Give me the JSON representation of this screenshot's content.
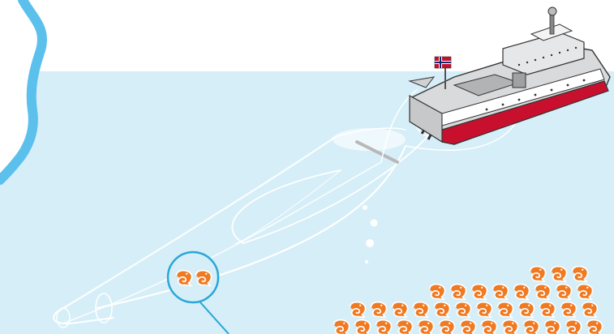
{
  "scene": {
    "colors": {
      "sky": "#ffffff",
      "sea": "#d6eef8",
      "coastline": "#5cc0ec",
      "hull_red": "#c8102e",
      "hull_grey": "#d9dadb",
      "net_line": "#ffffff",
      "shrimp": "#f07a22",
      "callout_line": "#2aa6d8"
    },
    "icons": {
      "vessel": "trawler-ship-icon",
      "flag": "norwegian-flag-icon",
      "shrimp": "shrimp-icon"
    },
    "catch_rows": [
      3,
      8,
      12,
      13
    ],
    "net_shrimp_count": 2
  }
}
